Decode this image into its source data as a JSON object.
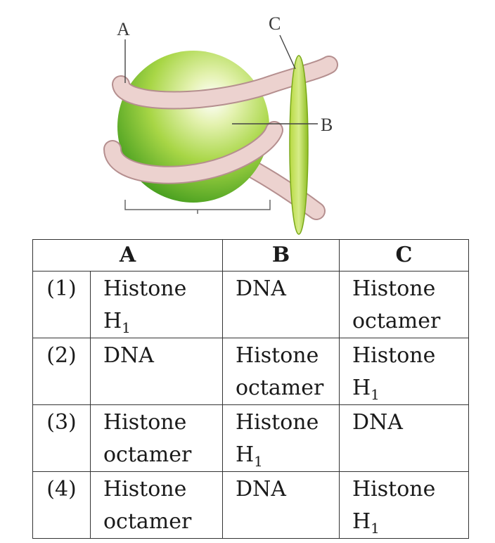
{
  "diagram": {
    "labels": {
      "a": "A",
      "b": "B",
      "c": "C"
    }
  },
  "table": {
    "headers": [
      "A",
      "B",
      "C"
    ],
    "rows": [
      {
        "option": "(1)",
        "a": [
          {
            "text": "Histone"
          },
          {
            "text": "H",
            "sub": "1"
          }
        ],
        "b": [
          {
            "text": "DNA"
          }
        ],
        "c": [
          {
            "text": "Histone"
          },
          {
            "text": "octamer"
          }
        ]
      },
      {
        "option": "(2)",
        "a": [
          {
            "text": "DNA"
          }
        ],
        "b": [
          {
            "text": "Histone"
          },
          {
            "text": "octamer"
          }
        ],
        "c": [
          {
            "text": "Histone"
          },
          {
            "text": "H",
            "sub": "1"
          }
        ]
      },
      {
        "option": "(3)",
        "a": [
          {
            "text": "Histone"
          },
          {
            "text": "octamer"
          }
        ],
        "b": [
          {
            "text": "Histone"
          },
          {
            "text": "H",
            "sub": "1"
          }
        ],
        "c": [
          {
            "text": "DNA"
          }
        ]
      },
      {
        "option": "(4)",
        "a": [
          {
            "text": "Histone"
          },
          {
            "text": "octamer"
          }
        ],
        "b": [
          {
            "text": "DNA"
          }
        ],
        "c": [
          {
            "text": "Histone"
          },
          {
            "text": "H",
            "sub": "1"
          }
        ]
      }
    ]
  }
}
